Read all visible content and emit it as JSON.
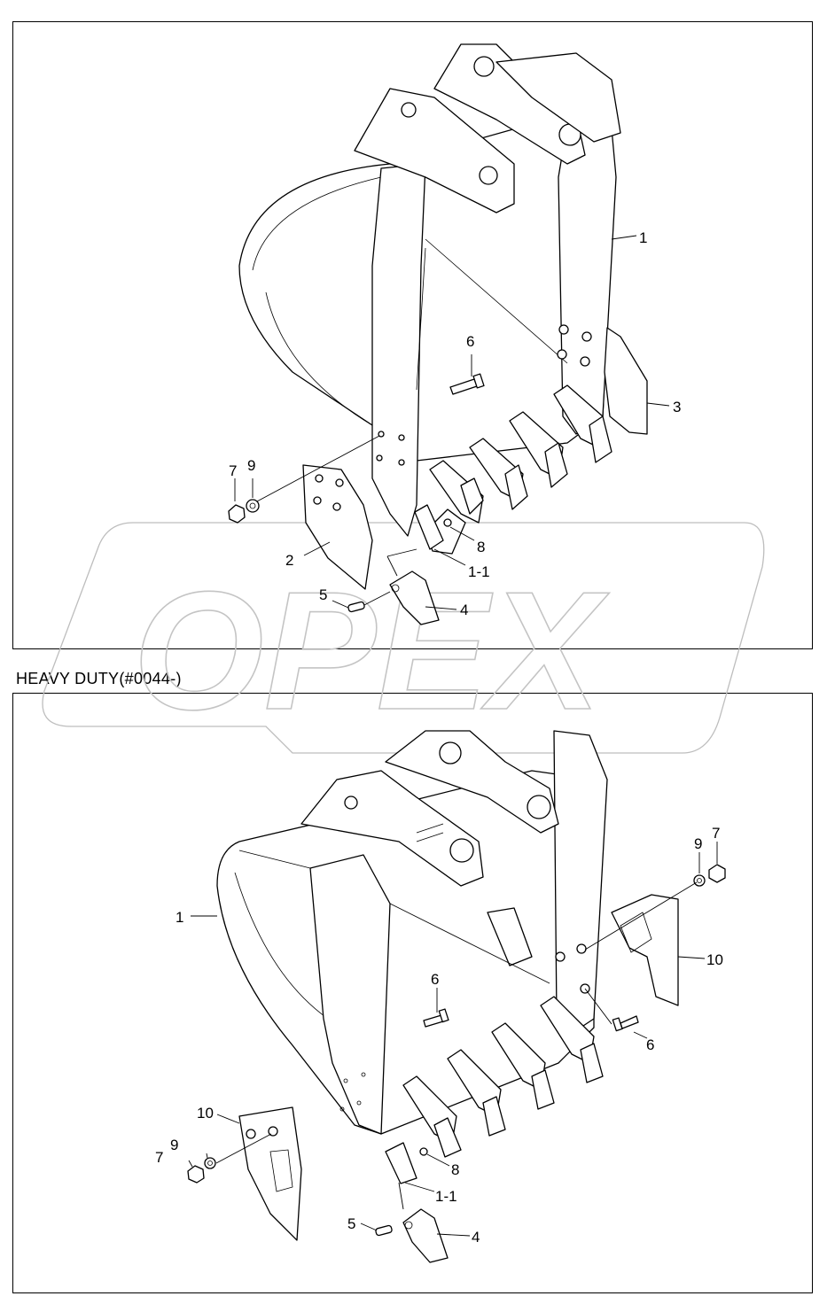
{
  "diagram": {
    "section_title": "HEAVY DUTY(#0044-)",
    "watermark": "OPEX",
    "top_callouts": [
      "1",
      "3",
      "6",
      "7",
      "9",
      "2",
      "8",
      "1-1",
      "5",
      "4"
    ],
    "bottom_callouts": [
      "1",
      "6",
      "6",
      "9",
      "7",
      "10",
      "10",
      "9",
      "7",
      "8",
      "1-1",
      "5",
      "4"
    ]
  }
}
